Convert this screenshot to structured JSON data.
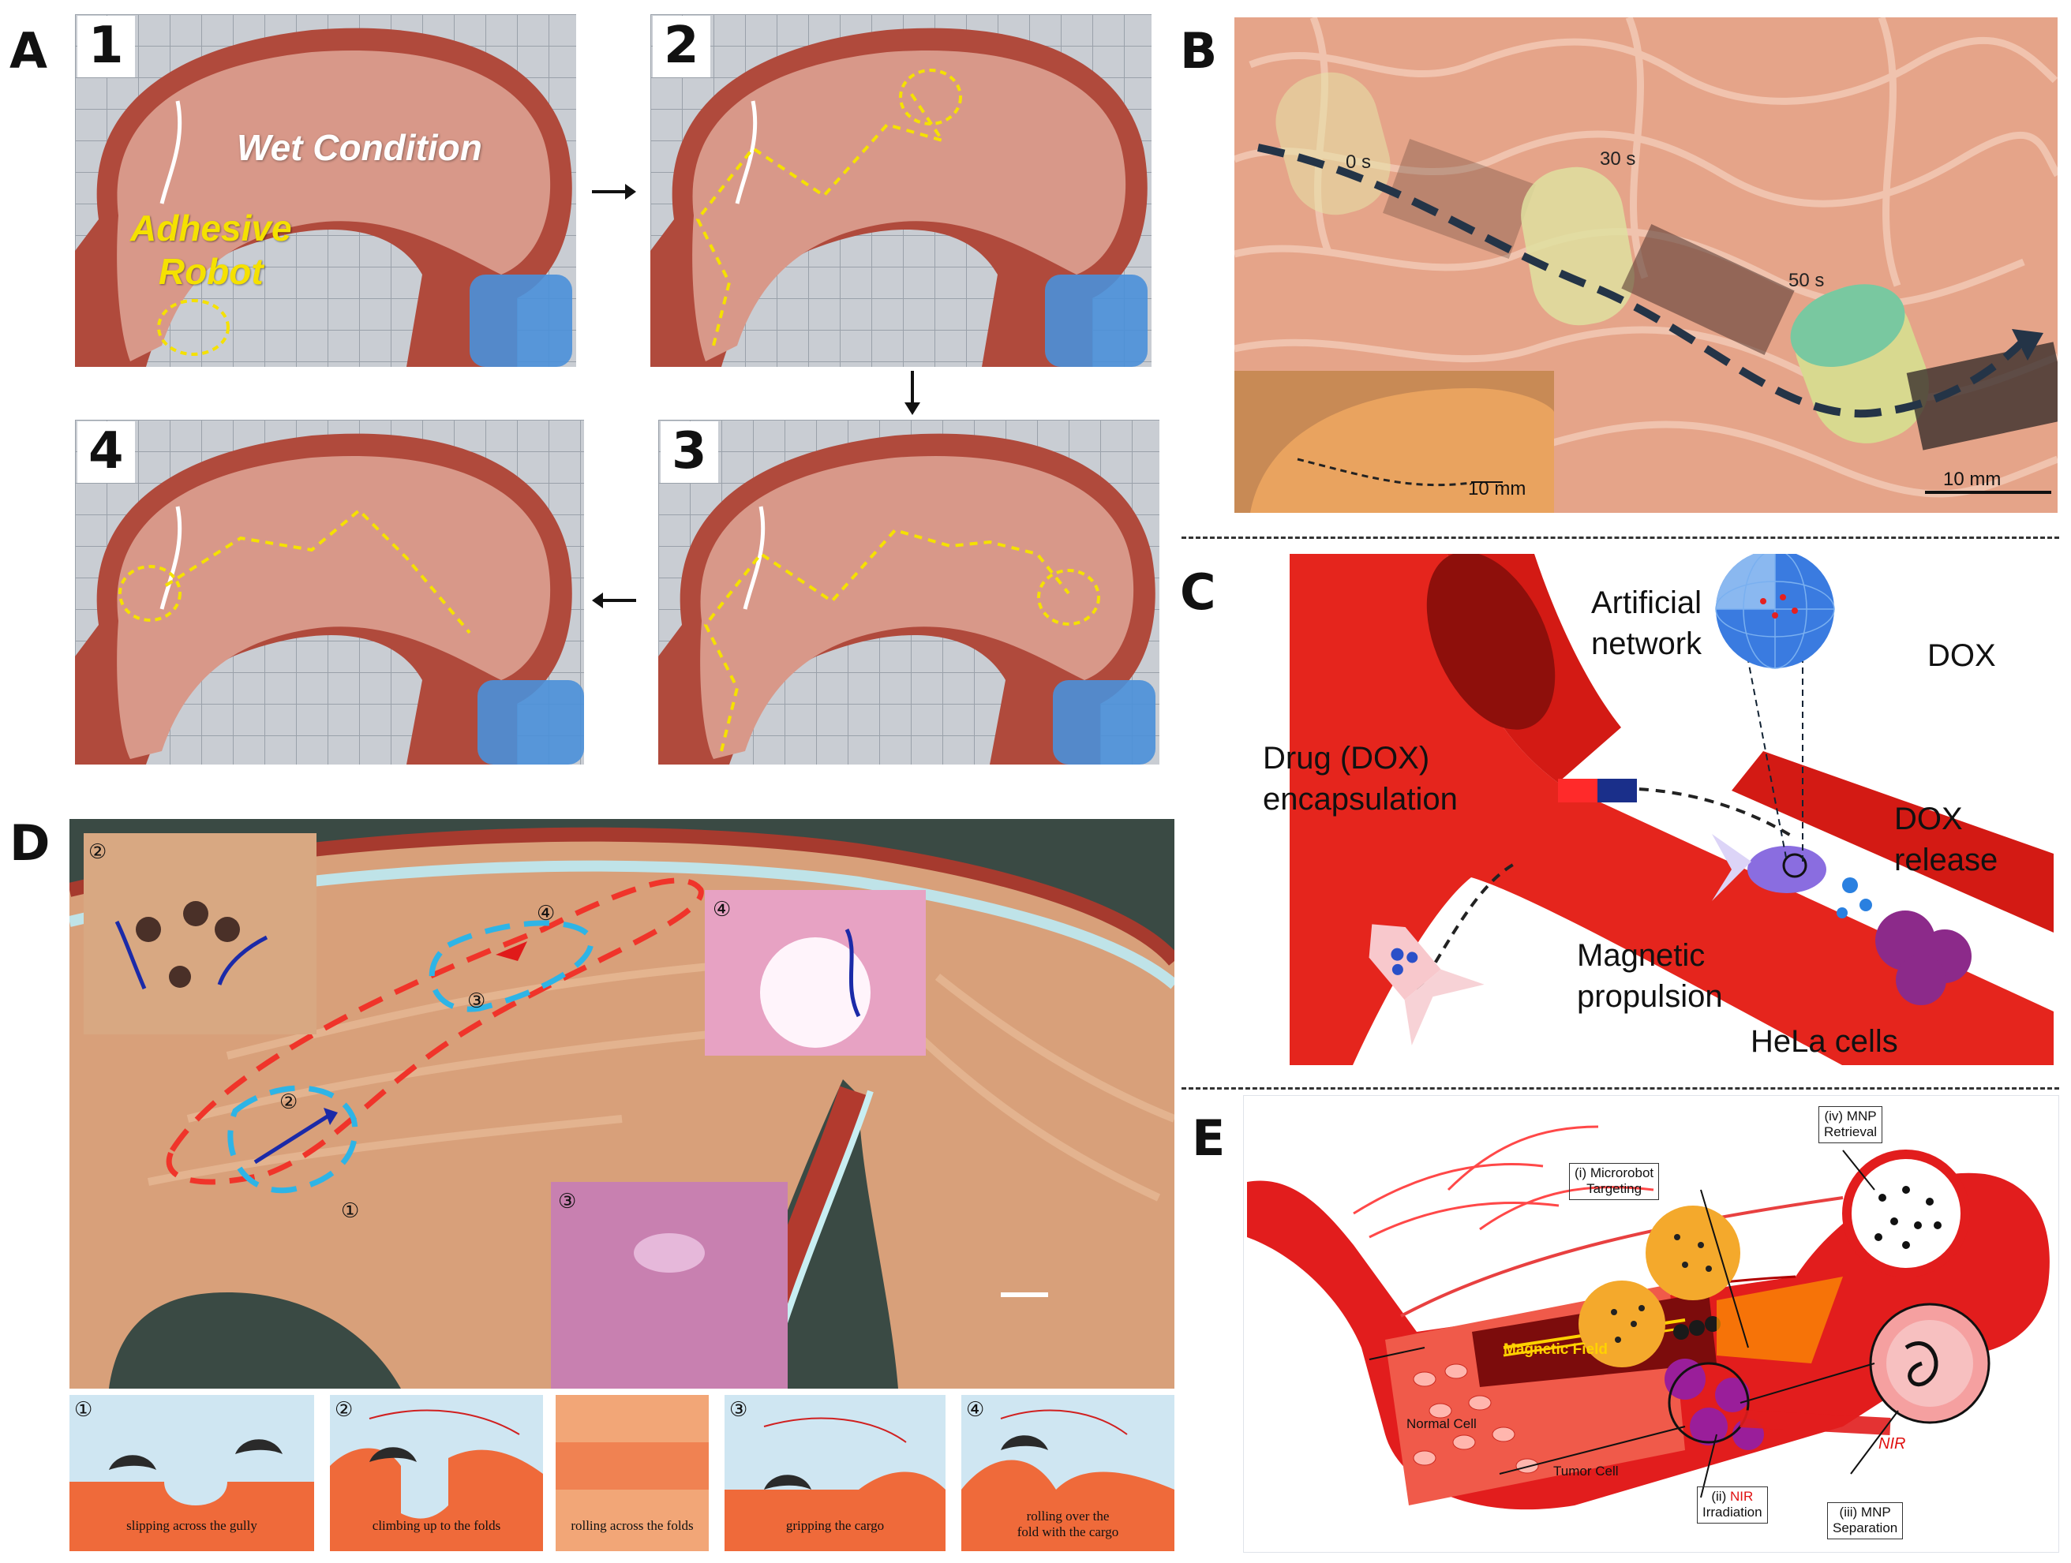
{
  "panel_a": {
    "label": "A",
    "steps": [
      "1",
      "2",
      "3",
      "4"
    ],
    "wet_condition": "Wet Condition",
    "adhesive_robot": "Adhesive\nRobot"
  },
  "panel_b": {
    "label": "B",
    "times": [
      "0 s",
      "30 s",
      "50 s"
    ],
    "scale_main": "10 mm",
    "scale_inset": "10 mm"
  },
  "panel_c": {
    "label": "C",
    "artificial_network": "Artificial\nnetwork",
    "dox": "DOX",
    "drug_encapsulation": "Drug (DOX)\nencapsulation",
    "dox_release": "DOX\nrelease",
    "magnetic_propulsion": "Magnetic\npropulsion",
    "hela_cells": "HeLa cells"
  },
  "panel_d": {
    "label": "D",
    "insets": [
      "②",
      "④",
      "③"
    ],
    "path_markers": [
      "④",
      "③",
      "②",
      "①"
    ],
    "steps": [
      {
        "num": "①",
        "caption": "slipping across the gully"
      },
      {
        "num": "②",
        "caption": "climbing up to the folds"
      },
      {
        "num": "",
        "caption": "rolling across the folds"
      },
      {
        "num": "③",
        "caption": "gripping the cargo"
      },
      {
        "num": "④",
        "caption": "rolling over the\nfold with the cargo"
      }
    ]
  },
  "panel_e": {
    "label": "E",
    "mnp_retrieval": "(iv) MNP\nRetrieval",
    "microrobot_targeting": "(i) Microrobot\nTargeting",
    "magnetic_field": "Magnetic Field",
    "normal_cell": "Normal Cell",
    "tumor_cell": "Tumor Cell",
    "nir_irradiation_num": "(ii) ",
    "nir_word": "NIR",
    "irradiation": "Irradiation",
    "mnp_separation": "(iii) MNP\nSeparation",
    "nir_beam": "NIR"
  },
  "colors": {
    "stomach": "#d89889",
    "wall": "#b04a3c",
    "vessel": "#e5251d",
    "dashed_yellow": "#f5e100",
    "dashed_red": "#f0342a",
    "dashed_blue": "#2eb4e6"
  }
}
